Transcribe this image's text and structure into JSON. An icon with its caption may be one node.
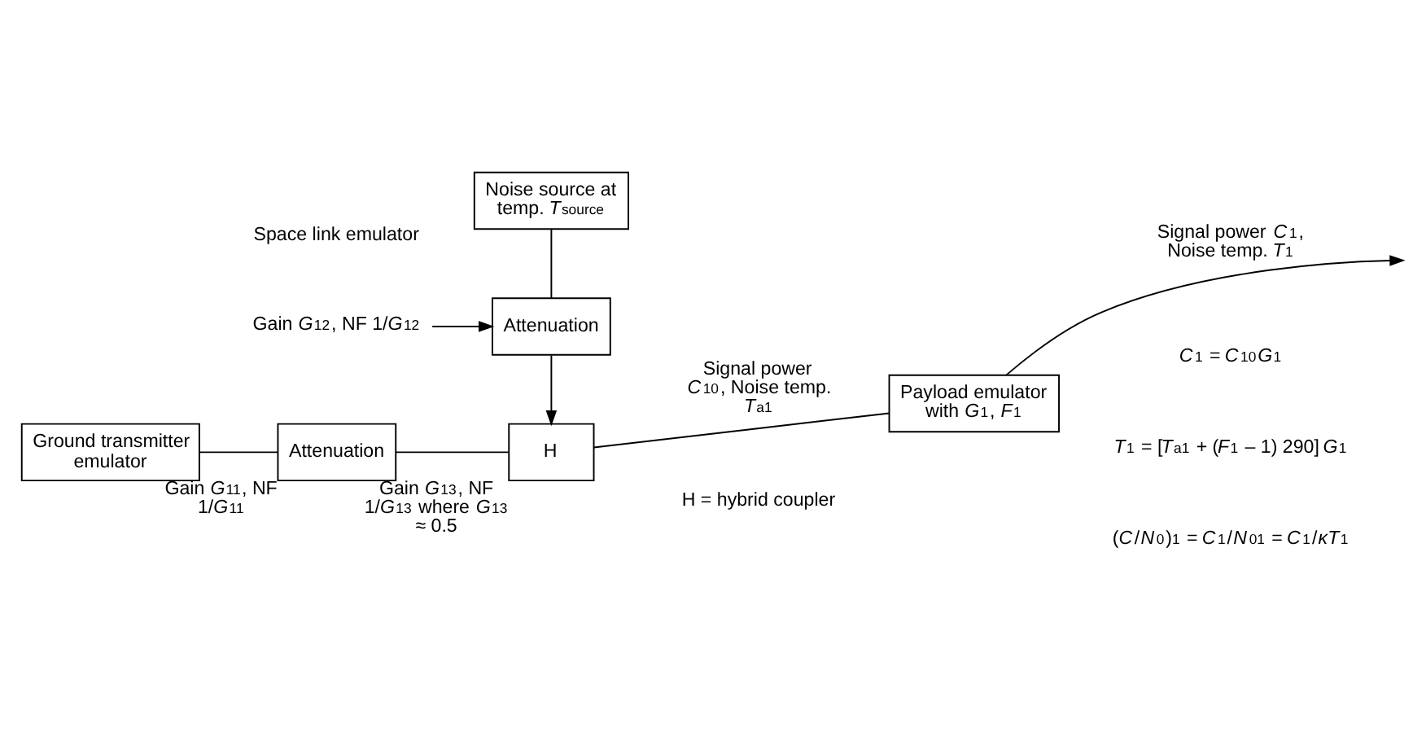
{
  "diagram": {
    "nodes": [
      {
        "text": [
          "Ground transmitter emulator"
        ]
      },
      {
        "text": [
          "Attenuation"
        ],
        "beside": [
          "Gain *G*$_{11}$, NF 1/*G*$_{11}$"
        ]
      },
      {
        "text": [
          "H"
        ],
        "beside": [
          "Gain *G*$_{13}$, NF 1/*G*$_{13}$ where *G*$_{13}$ ≈ 0.5"
        ]
      },
      {
        "text": [
          "Noise source at temp. *T*$_{source}$"
        ]
      },
      {
        "text": [
          "Attenuation"
        ]
      },
      {
        "text": [
          "Payload emulator with *G*$_{1}$, *F*$_{1}$"
        ]
      },
      {
        "text": [
          "Gain *G*$_{12}$, NF 1/*G*$_{12}$"
        ]
      }
    ],
    "edges": [
      {
        "from": 0,
        "to": 1,
        "arrow": "none"
      },
      {
        "from": 1,
        "to": 2,
        "arrow": "none"
      },
      {
        "from": 3,
        "to": 4,
        "arrow": "none"
      },
      {
        "from": 4,
        "to": 2,
        "arrow": "to"
      },
      {
        "from": 6,
        "to": 4,
        "arrow": "to"
      },
      {
        "from": 2,
        "to": 5,
        "arrow": "none",
        "label": "Signal power *C*$_{10}$, Noise temp. *T*$_{a1}$"
      },
      {
        "from": 5,
        "to": null,
        "arrow": "to",
        "label": "Signal power *C*$_{1}$, Noise temp. *T*$_{1}$"
      }
    ],
    "labels": [
      "Space link emulator",
      "H = hybrid coupler",
      "*C*$_{1}$ = *C*$_{10}$*G*$_{1}$",
      "*T*$_{1}$ = [*T*$_{a1}$ + (*F*$_{1}$ – 1) 290] *G*$_{1}$",
      "(*C*/*N*$_{0}$)$_{1}$ = *C*$_{1}$/*N*$_{01}$ = *C*$_{1}$/*κT*$_{1}$"
    ]
  }
}
